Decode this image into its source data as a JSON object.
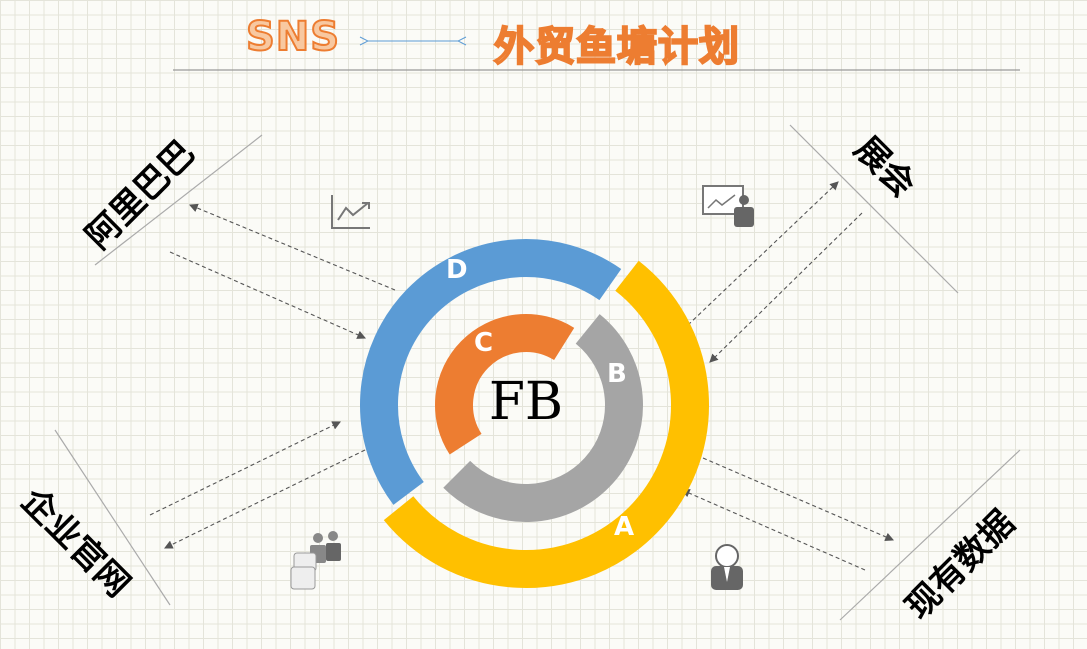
{
  "header": {
    "left": "SNS",
    "right": "外贸鱼塘计划"
  },
  "channels": {
    "top_left": "阿里巴巴",
    "top_right": "展会",
    "bottom_left": "企业官网",
    "bottom_right": "现有数据"
  },
  "center": {
    "label": "FB"
  },
  "segments": {
    "a": "A",
    "b": "B",
    "c": "C",
    "d": "D"
  },
  "icons": [
    "chart-icon",
    "presenter-icon",
    "team-icon",
    "person-icon"
  ],
  "colors": {
    "a": "#ffc000",
    "b": "#a5a5a5",
    "c": "#ed7d31",
    "d": "#5b9bd5"
  }
}
